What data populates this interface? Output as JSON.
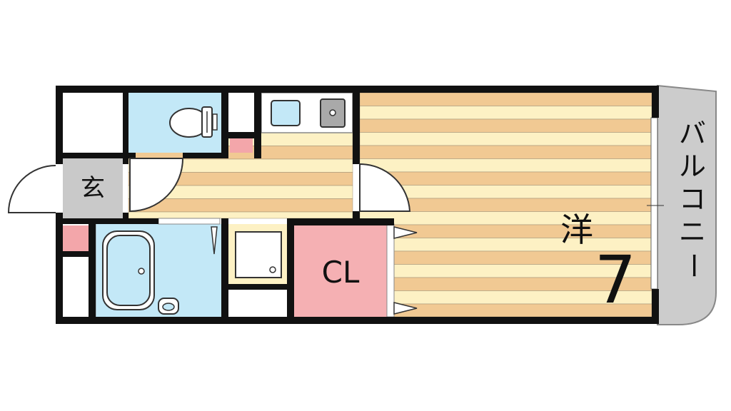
{
  "labels": {
    "entrance": "玄",
    "closet": "CL",
    "western_room": "洋",
    "room_size": "7",
    "balcony": [
      "バ",
      "ル",
      "コ",
      "ニ",
      "ー"
    ]
  },
  "colors": {
    "wall": "#111111",
    "floor_tan": "#f1c993",
    "floor_cream": "#fdf1c4",
    "water_room": "#c3e8f7",
    "closet": "#f5b0b3",
    "entrance": "#c9c9c9",
    "balcony": "#cccccc",
    "accent_pink": "#f3a6aa",
    "sink": "#a9a9a9"
  }
}
